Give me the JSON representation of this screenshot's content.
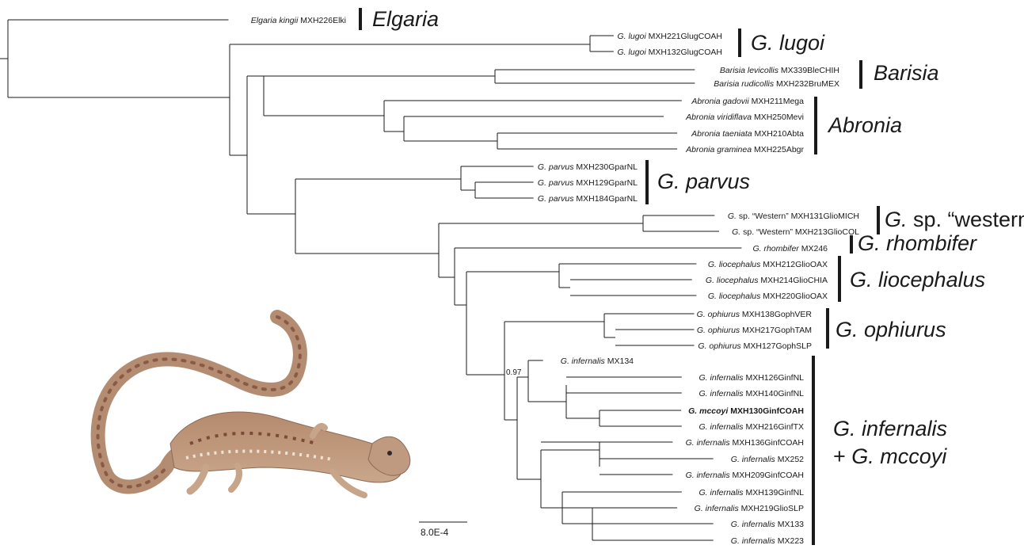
{
  "tips": [
    {
      "id": "t1",
      "italic": "Elgaria kingii",
      "rest": " MXH226Elki"
    },
    {
      "id": "t2",
      "italic": "G. lugoi",
      "rest": " MXH221GlugCOAH"
    },
    {
      "id": "t3",
      "italic": "G. lugoi",
      "rest": " MXH132GlugCOAH"
    },
    {
      "id": "t4",
      "italic": "Barisia levicollis",
      "rest": " MX339BleCHIH"
    },
    {
      "id": "t5",
      "italic": "Barisia rudicollis",
      "rest": " MXH232BruMEX"
    },
    {
      "id": "t6",
      "italic": "Abronia gadovii",
      "rest": " MXH211Mega"
    },
    {
      "id": "t7",
      "italic": "Abronia viridiflava",
      "rest": " MXH250Mevi"
    },
    {
      "id": "t8",
      "italic": "Abronia taeniata",
      "rest": " MXH210Abta"
    },
    {
      "id": "t9",
      "italic": "Abronia graminea",
      "rest": " MXH225Abgr"
    },
    {
      "id": "t10",
      "italic": "G. parvus",
      "rest": " MXH230GparNL"
    },
    {
      "id": "t11",
      "italic": "G. parvus",
      "rest": " MXH129GparNL"
    },
    {
      "id": "t12",
      "italic": "G. parvus",
      "rest": " MXH184GparNL"
    },
    {
      "id": "t13",
      "italic": "G.",
      "rest": " sp. “Western” MXH131GlioMICH"
    },
    {
      "id": "t14",
      "italic": "G.",
      "rest": " sp. “Western” MXH213GlioCOL"
    },
    {
      "id": "t15",
      "italic": "G. rhombifer",
      "rest": " MX246"
    },
    {
      "id": "t16",
      "italic": "G. liocephalus",
      "rest": " MXH212GlioOAX"
    },
    {
      "id": "t17",
      "italic": "G. liocephalus",
      "rest": " MXH214GlioCHIA"
    },
    {
      "id": "t18",
      "italic": "G. liocephalus",
      "rest": " MXH220GlioOAX"
    },
    {
      "id": "t19",
      "italic": "G. ophiurus",
      "rest": " MXH138GophVER"
    },
    {
      "id": "t20",
      "italic": "G. ophiurus",
      "rest": " MXH217GophTAM"
    },
    {
      "id": "t21",
      "italic": "G. ophiurus",
      "rest": " MXH127GophSLP"
    },
    {
      "id": "t22",
      "italic": "G. infernalis",
      "rest": " MX134"
    },
    {
      "id": "t23",
      "italic": "G. infernalis",
      "rest": " MXH126GinfNL"
    },
    {
      "id": "t24",
      "italic": "G. infernalis",
      "rest": " MXH140GinfNL"
    },
    {
      "id": "t25",
      "italic": "G. mccoyi",
      "rest": " MXH130GinfCOAH",
      "bold": true
    },
    {
      "id": "t26",
      "italic": "G. infernalis",
      "rest": " MXH216GinfTX"
    },
    {
      "id": "t27",
      "italic": "G. infernalis",
      "rest": " MXH136GinfCOAH"
    },
    {
      "id": "t28",
      "italic": "G. infernalis",
      "rest": " MX252"
    },
    {
      "id": "t29",
      "italic": "G. infernalis",
      "rest": " MXH209GinfCOAH"
    },
    {
      "id": "t30",
      "italic": "G. infernalis",
      "rest": " MXH139GinfNL"
    },
    {
      "id": "t31",
      "italic": "G. infernalis",
      "rest": " MXH219GlioSLP"
    },
    {
      "id": "t32",
      "italic": "G. infernalis",
      "rest": " MX133"
    },
    {
      "id": "t33",
      "italic": "G. infernalis",
      "rest": " MX223"
    }
  ],
  "clades": [
    {
      "id": "c1",
      "lines": [
        "Elgaria"
      ]
    },
    {
      "id": "c2",
      "lines": [
        "G. lugoi"
      ]
    },
    {
      "id": "c3",
      "lines": [
        "Barisia"
      ]
    },
    {
      "id": "c4",
      "lines": [
        "Abronia"
      ]
    },
    {
      "id": "c5",
      "lines": [
        "G. parvus"
      ]
    },
    {
      "id": "c6",
      "lines": [
        "G. sp. “western”"
      ]
    },
    {
      "id": "c7",
      "lines": [
        "G. rhombifer"
      ]
    },
    {
      "id": "c8",
      "lines": [
        "G. liocephalus"
      ]
    },
    {
      "id": "c9",
      "lines": [
        "G. ophiurus"
      ]
    },
    {
      "id": "c10",
      "lines": [
        "G. infernalis",
        "+ G. mccoyi"
      ]
    }
  ],
  "support": {
    "value": "0.97"
  },
  "scale_bar": {
    "label": "8.0E-4"
  },
  "colors": {
    "line": "#1a1a1a",
    "text": "#1a1a1a"
  }
}
